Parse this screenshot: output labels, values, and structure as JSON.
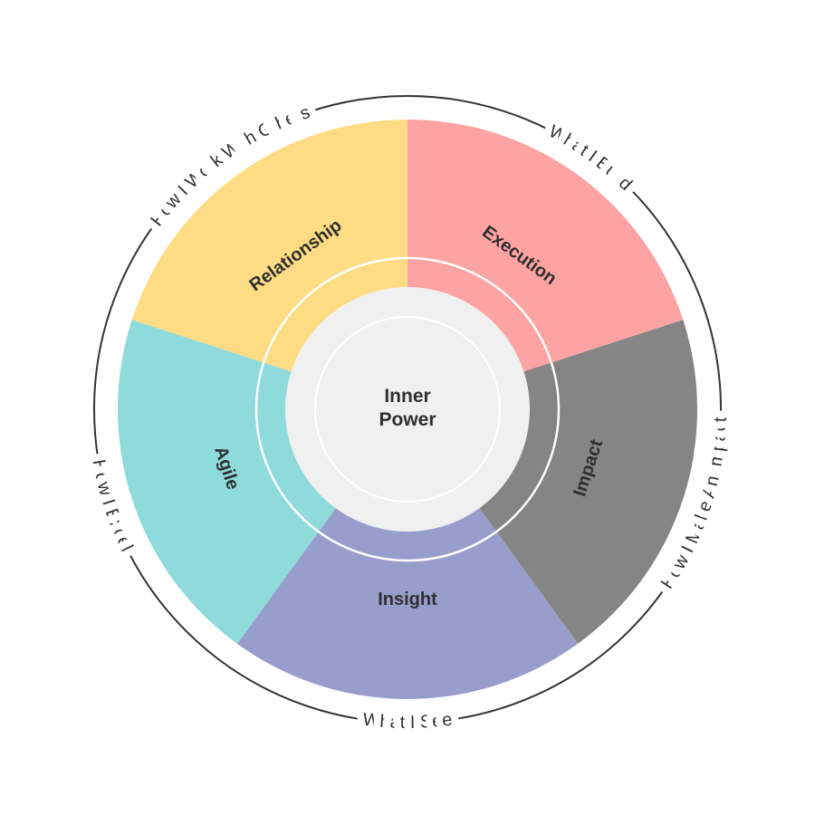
{
  "center": {
    "line1": "Inner",
    "line2": "Power",
    "color": "#F0F0F0"
  },
  "segments": [
    {
      "label": "Execution",
      "category": "What I Build",
      "color": "#FEA3A3"
    },
    {
      "label": "Impact",
      "category": "How I Make An Impact",
      "color": "#858585"
    },
    {
      "label": "Insight",
      "category": "What I See",
      "color": "#989ECC"
    },
    {
      "label": "Agile",
      "category": "How I Excel",
      "color": "#8FDADA"
    },
    {
      "label": "Relationship",
      "category": "How I Work With Others",
      "color": "#FEDC84"
    }
  ]
}
